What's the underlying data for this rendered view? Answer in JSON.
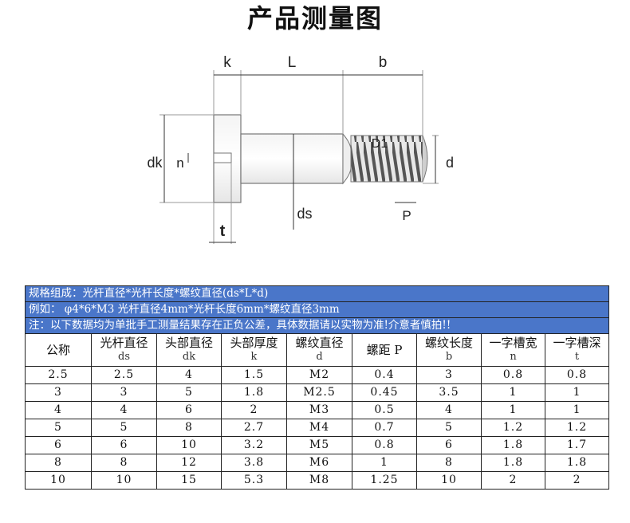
{
  "title": "产品测量图",
  "diagram": {
    "labels": {
      "k": "k",
      "L": "L",
      "b": "b",
      "dk": "dk",
      "n": "n",
      "d": "d",
      "D1": "D1",
      "ds": "ds",
      "P": "P",
      "t": "t"
    }
  },
  "notes": {
    "composition": "规格组成：光杆直径*光杆长度*螺纹直径(ds*L*d)",
    "example": "例如：  φ4*6*M3  光杆直径4mm*光杆长度6mm*螺纹直径3mm",
    "disclaimer": "注：以下数据均为单批手工测量结果存在正负公差，具体数据请以实物为准!介意者慎拍!!"
  },
  "table": {
    "headers": [
      {
        "name": "公称",
        "sub": ""
      },
      {
        "name": "光杆直径",
        "sub": "ds"
      },
      {
        "name": "头部直径",
        "sub": "dk"
      },
      {
        "name": "头部厚度",
        "sub": "k"
      },
      {
        "name": "螺纹直径",
        "sub": "d"
      },
      {
        "name": "螺距 P",
        "sub": ""
      },
      {
        "name": "螺纹长度",
        "sub": "b"
      },
      {
        "name": "一字槽宽",
        "sub": "n"
      },
      {
        "name": "一字槽深",
        "sub": "t"
      }
    ],
    "rows": [
      [
        "2.5",
        "2.5",
        "4",
        "1.5",
        "M2",
        "0.4",
        "3",
        "0.8",
        "0.8"
      ],
      [
        "3",
        "3",
        "5",
        "1.8",
        "M2.5",
        "0.45",
        "3.5",
        "1",
        "1"
      ],
      [
        "4",
        "4",
        "6",
        "2",
        "M3",
        "0.5",
        "4",
        "1",
        "1"
      ],
      [
        "5",
        "5",
        "8",
        "2.7",
        "M4",
        "0.7",
        "5",
        "1.2",
        "1.2"
      ],
      [
        "6",
        "6",
        "10",
        "3.2",
        "M5",
        "0.8",
        "6",
        "1.8",
        "1.7"
      ],
      [
        "8",
        "8",
        "12",
        "3.8",
        "M6",
        "1",
        "8",
        "1.8",
        "1.8"
      ],
      [
        "10",
        "10",
        "15",
        "5.3",
        "M8",
        "1.25",
        "10",
        "2",
        "2"
      ]
    ]
  }
}
